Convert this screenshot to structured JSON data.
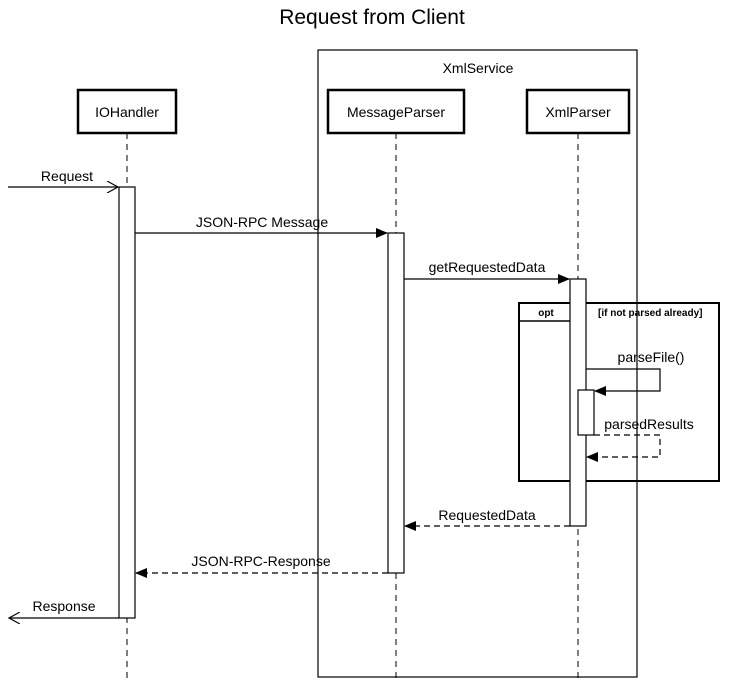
{
  "title": "Request from Client",
  "container": {
    "label": "XmlService"
  },
  "participants": {
    "io": "IOHandler",
    "mp": "MessageParser",
    "xp": "XmlParser"
  },
  "fragment": {
    "operator": "opt",
    "guard": "[if not parsed already]"
  },
  "messages": {
    "request": "Request",
    "jsonrpc": "JSON-RPC Message",
    "getdata": "getRequestedData",
    "parsefile": "parseFile()",
    "parsed": "parsedResults",
    "requested": "RequestedData",
    "jsonresp": "JSON-RPC-Response",
    "response": "Response"
  },
  "colors": {
    "line": "#000000",
    "background": "#ffffff"
  }
}
